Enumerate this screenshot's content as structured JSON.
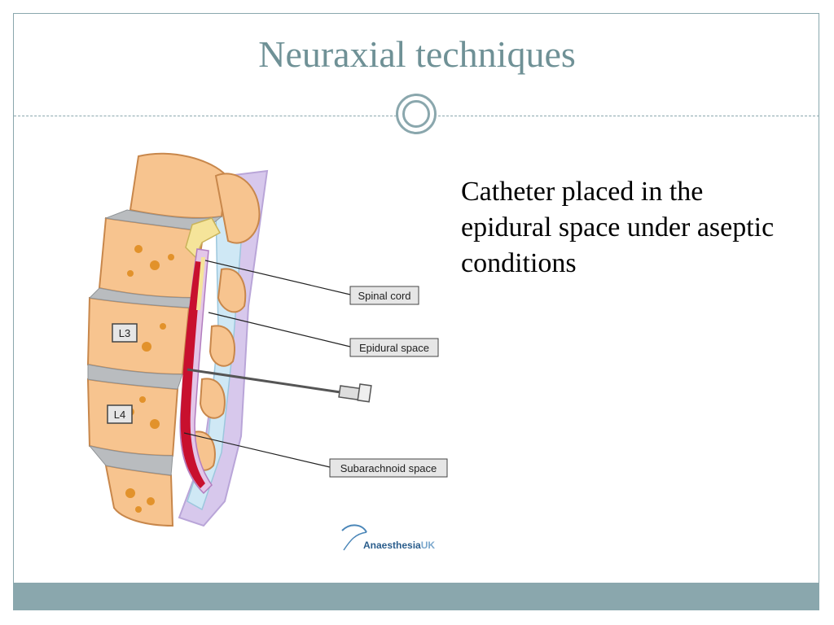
{
  "slide": {
    "title": "Neuraxial techniques",
    "body": "Catheter placed in the epidural space under aseptic conditions",
    "accent_color": "#8aa7ad",
    "title_color": "#6f9196"
  },
  "diagram": {
    "labels": {
      "spinal_cord": "Spinal cord",
      "epidural_space": "Epidural space",
      "subarachnoid_space": "Subarachnoid space"
    },
    "vertebra_labels": [
      "L3",
      "L4"
    ],
    "logo": {
      "text_main": "Anaesthesia",
      "text_suffix": "UK"
    }
  }
}
